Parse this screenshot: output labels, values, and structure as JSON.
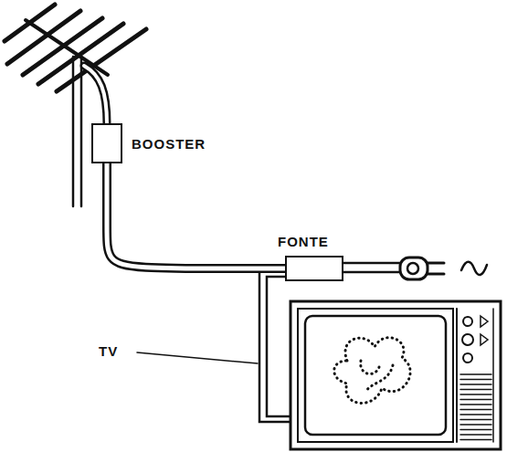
{
  "diagram": {
    "nodes": [
      {
        "text": [
          "BOOSTER"
        ]
      },
      {
        "text": [
          "FONTE"
        ]
      }
    ],
    "edges": [
      {
        "from": 0,
        "to": 1,
        "arrow": "none"
      }
    ],
    "labels": [
      "TV"
    ]
  }
}
